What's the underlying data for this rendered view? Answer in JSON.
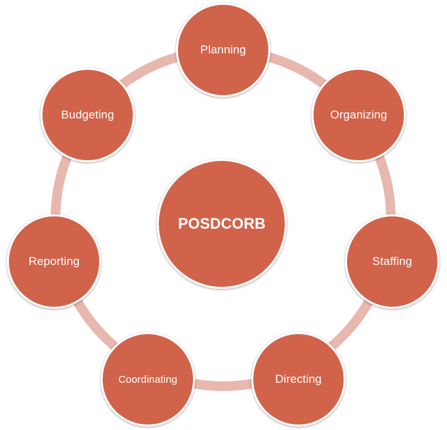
{
  "diagram": {
    "center": {
      "label": "POSDCORB"
    },
    "nodes": [
      {
        "id": "planning",
        "label": "Planning"
      },
      {
        "id": "organizing",
        "label": "Organizing"
      },
      {
        "id": "staffing",
        "label": "Staffing"
      },
      {
        "id": "directing",
        "label": "Directing"
      },
      {
        "id": "coordinating",
        "label": "Coordinating"
      },
      {
        "id": "reporting",
        "label": "Reporting"
      },
      {
        "id": "budgeting",
        "label": "Budgeting"
      }
    ]
  },
  "colors": {
    "node_fill": "#d0634a",
    "node_border": "#ffffff",
    "connector": "#e8b7ae",
    "text": "#ffffff"
  }
}
